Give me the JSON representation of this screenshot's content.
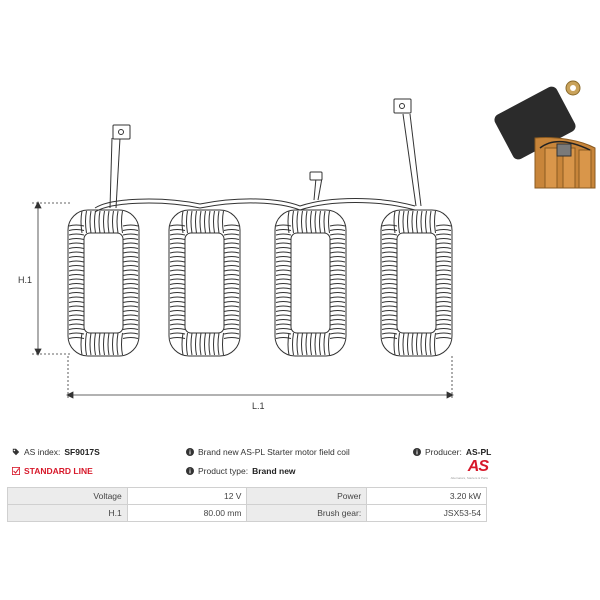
{
  "drawing": {
    "height_label": "H.1",
    "length_label": "L.1"
  },
  "info": {
    "as_index_label": "AS index:",
    "as_index_value": "SF9017S",
    "line_label": "STANDARD LINE",
    "description": "Brand new AS-PL Starter motor field coil",
    "product_type_label": "Product type:",
    "product_type_value": "Brand new",
    "producer_label": "Producer:",
    "producer_value": "AS-PL"
  },
  "logo": {
    "mark": "AS",
    "tagline": "Alternators, Starters & Parts"
  },
  "specs": {
    "rows": [
      {
        "l1": "Voltage",
        "v1": "12 V",
        "l2": "Power",
        "v2": "3.20 kW"
      },
      {
        "l1": "H.1",
        "v1": "80.00 mm",
        "l2": "Brush gear:",
        "v2": "JSX53-54"
      }
    ]
  },
  "colors": {
    "accent": "#d7182a",
    "line": "#333333",
    "copper": "#c8853a"
  }
}
